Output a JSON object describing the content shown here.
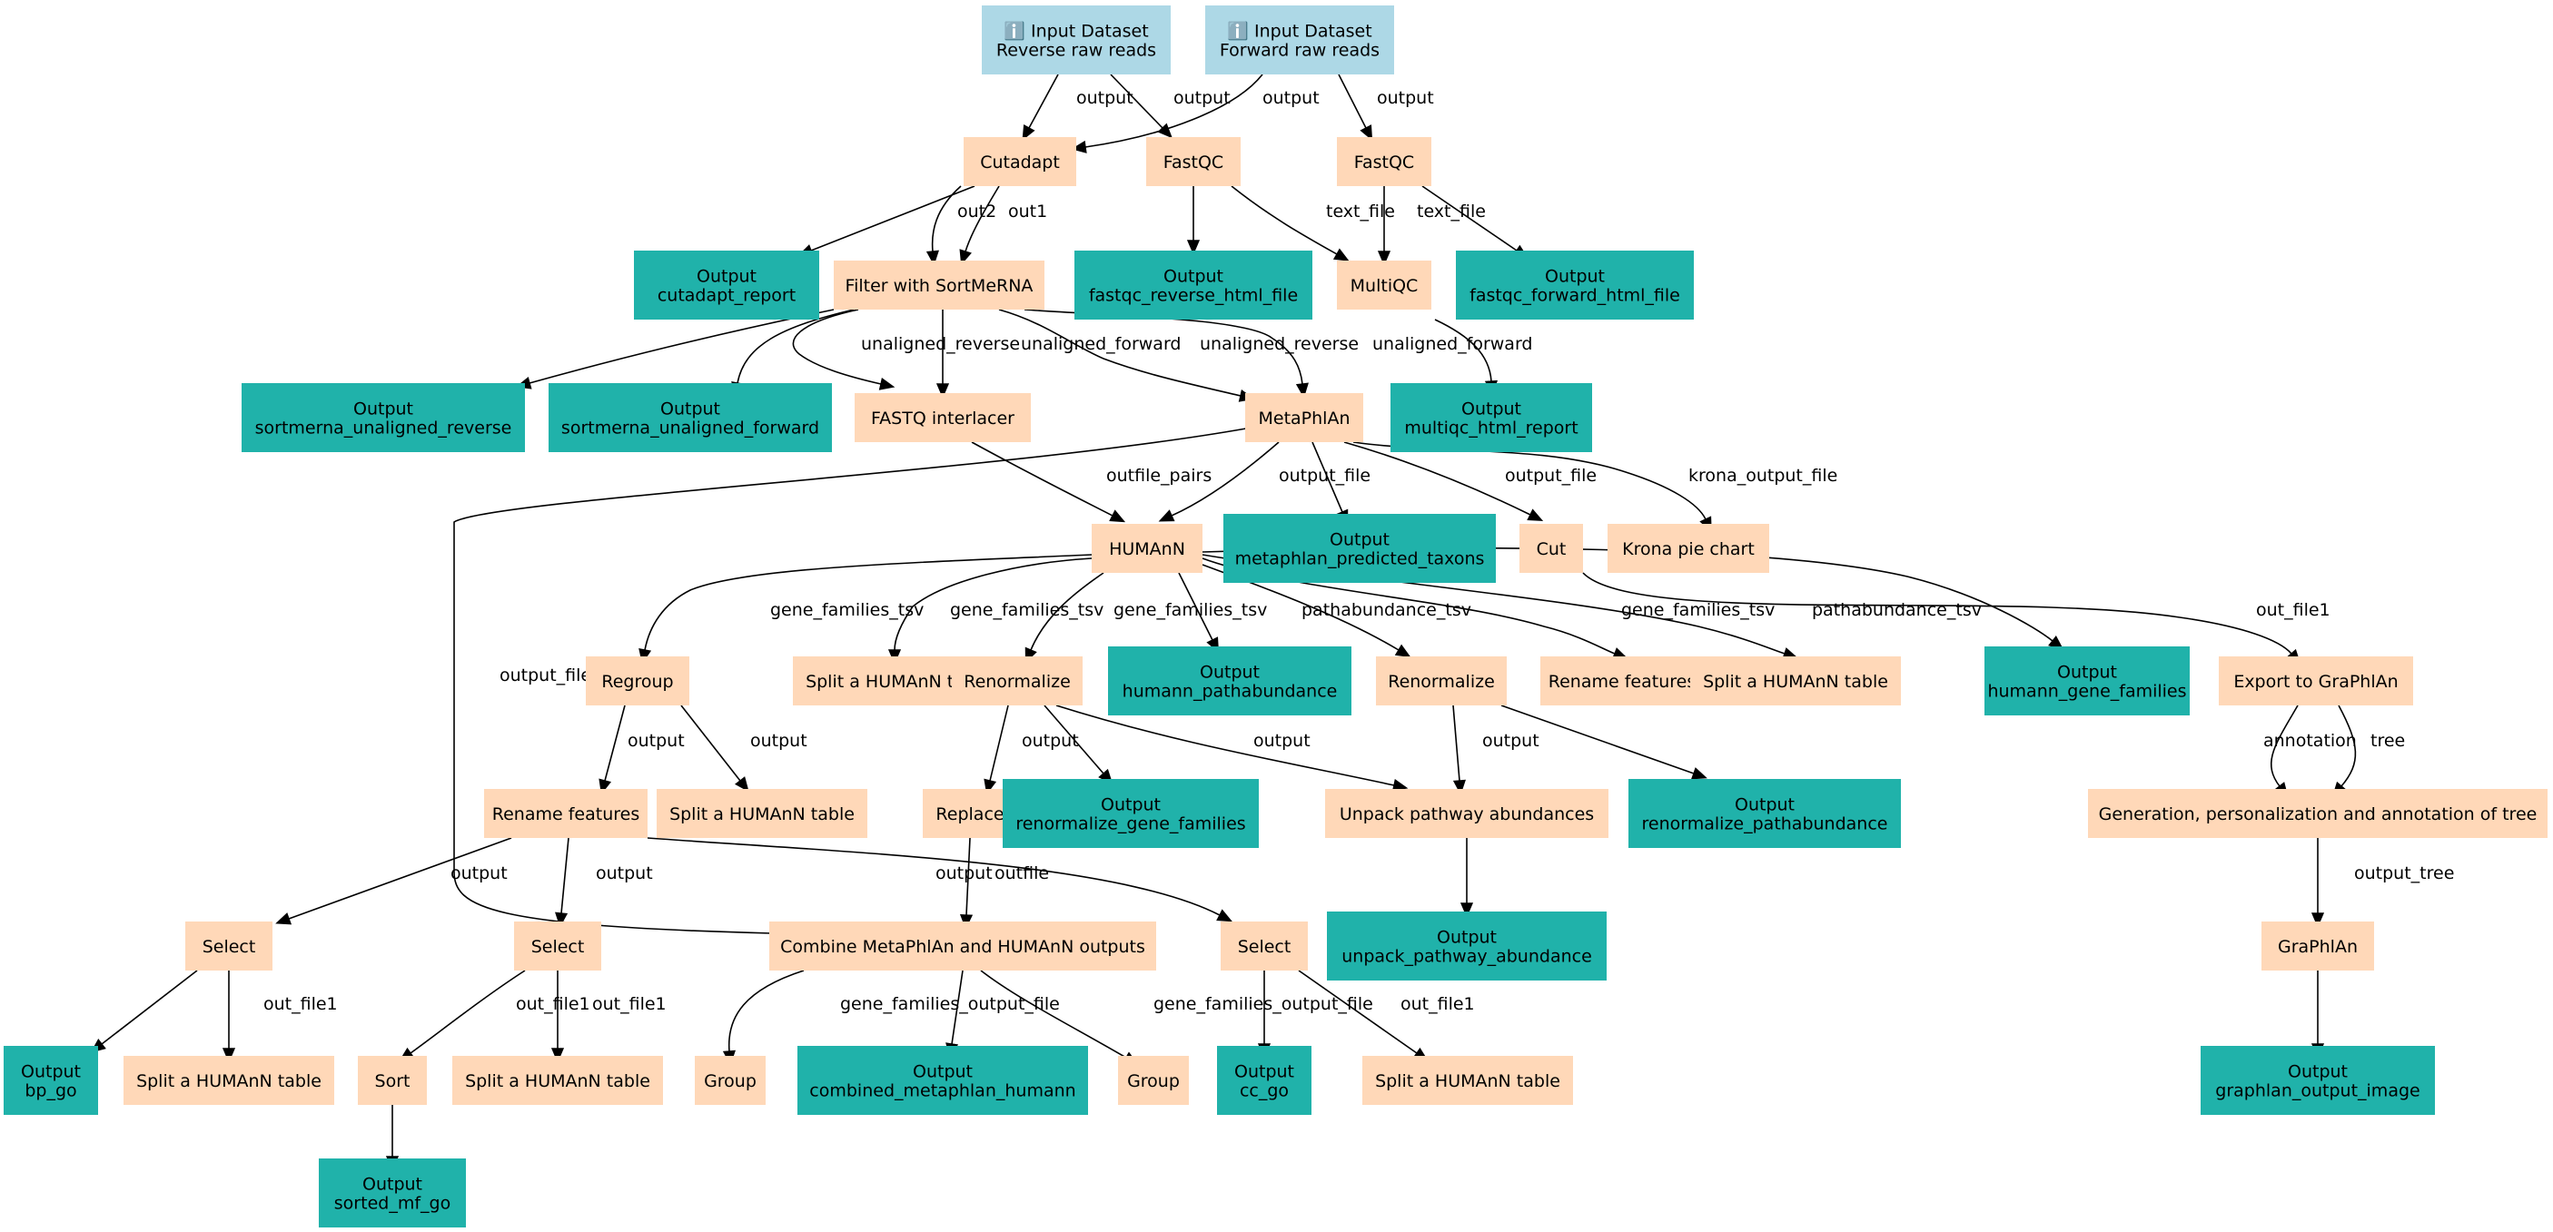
{
  "colors": {
    "input": "#add8e6",
    "tool": "#ffd8b8",
    "output": "#20b2aa",
    "edge": "#000000"
  },
  "nodes": {
    "in_rev": {
      "kind": "input",
      "lines": [
        "ℹ️ Input Dataset",
        "Reverse raw reads"
      ]
    },
    "in_fwd": {
      "kind": "input",
      "lines": [
        "ℹ️ Input Dataset",
        "Forward raw reads"
      ]
    },
    "cutadapt": {
      "kind": "tool",
      "lines": [
        "Cutadapt"
      ]
    },
    "fastqc_r": {
      "kind": "tool",
      "lines": [
        "FastQC"
      ]
    },
    "fastqc_f": {
      "kind": "tool",
      "lines": [
        "FastQC"
      ]
    },
    "out_cutadapt": {
      "kind": "output",
      "lines": [
        "Output",
        "cutadapt_report"
      ]
    },
    "sortmerna": {
      "kind": "tool",
      "lines": [
        "Filter with SortMeRNA"
      ]
    },
    "out_fqc_r": {
      "kind": "output",
      "lines": [
        "Output",
        "fastqc_reverse_html_file"
      ]
    },
    "multiqc": {
      "kind": "tool",
      "lines": [
        "MultiQC"
      ]
    },
    "out_fqc_f": {
      "kind": "output",
      "lines": [
        "Output",
        "fastqc_forward_html_file"
      ]
    },
    "out_sm_rev": {
      "kind": "output",
      "lines": [
        "Output",
        "sortmerna_unaligned_reverse"
      ]
    },
    "out_sm_fwd": {
      "kind": "output",
      "lines": [
        "Output",
        "sortmerna_unaligned_forward"
      ]
    },
    "interlacer": {
      "kind": "tool",
      "lines": [
        "FASTQ interlacer"
      ]
    },
    "metaphlan": {
      "kind": "tool",
      "lines": [
        "MetaPhlAn"
      ]
    },
    "out_multiqc": {
      "kind": "output",
      "lines": [
        "Output",
        "multiqc_html_report"
      ]
    },
    "humann": {
      "kind": "tool",
      "lines": [
        "HUMAnN"
      ]
    },
    "out_mpa": {
      "kind": "output",
      "lines": [
        "Output",
        "metaphlan_predicted_taxons"
      ]
    },
    "cut": {
      "kind": "tool",
      "lines": [
        "Cut"
      ]
    },
    "krona": {
      "kind": "tool",
      "lines": [
        "Krona pie chart"
      ]
    },
    "regroup": {
      "kind": "tool",
      "lines": [
        "Regroup"
      ]
    },
    "split1": {
      "kind": "tool",
      "lines": [
        "Split a HUMAnN table"
      ]
    },
    "renorm1": {
      "kind": "tool",
      "lines": [
        "Renormalize"
      ]
    },
    "out_hpath": {
      "kind": "output",
      "lines": [
        "Output",
        "humann_pathabundance"
      ]
    },
    "renorm2": {
      "kind": "tool",
      "lines": [
        "Renormalize"
      ]
    },
    "renamef1": {
      "kind": "tool",
      "lines": [
        "Rename features"
      ]
    },
    "split2": {
      "kind": "tool",
      "lines": [
        "Split a HUMAnN table"
      ]
    },
    "out_hgf": {
      "kind": "output",
      "lines": [
        "Output",
        "humann_gene_families"
      ]
    },
    "export": {
      "kind": "tool",
      "lines": [
        "Export to GraPhlAn"
      ]
    },
    "renamef2": {
      "kind": "tool",
      "lines": [
        "Rename features"
      ]
    },
    "split3": {
      "kind": "tool",
      "lines": [
        "Split a HUMAnN table"
      ]
    },
    "replace": {
      "kind": "tool",
      "lines": [
        "Replace"
      ]
    },
    "out_rgf": {
      "kind": "output",
      "lines": [
        "Output",
        "renormalize_gene_families"
      ]
    },
    "unpack": {
      "kind": "tool",
      "lines": [
        "Unpack pathway abundances"
      ]
    },
    "out_rpa": {
      "kind": "output",
      "lines": [
        "Output",
        "renormalize_pathabundance"
      ]
    },
    "gentree": {
      "kind": "tool",
      "lines": [
        "Generation, personalization and annotation of tree"
      ]
    },
    "select1": {
      "kind": "tool",
      "lines": [
        "Select"
      ]
    },
    "select2": {
      "kind": "tool",
      "lines": [
        "Select"
      ]
    },
    "combine": {
      "kind": "tool",
      "lines": [
        "Combine MetaPhlAn and HUMAnN outputs"
      ]
    },
    "select3": {
      "kind": "tool",
      "lines": [
        "Select"
      ]
    },
    "out_unpack": {
      "kind": "output",
      "lines": [
        "Output",
        "unpack_pathway_abundance"
      ]
    },
    "graphlan": {
      "kind": "tool",
      "lines": [
        "GraPhlAn"
      ]
    },
    "out_bp": {
      "kind": "output",
      "lines": [
        "Output",
        "bp_go"
      ]
    },
    "split4": {
      "kind": "tool",
      "lines": [
        "Split a HUMAnN table"
      ]
    },
    "sort": {
      "kind": "tool",
      "lines": [
        "Sort"
      ]
    },
    "split5": {
      "kind": "tool",
      "lines": [
        "Split a HUMAnN table"
      ]
    },
    "group1": {
      "kind": "tool",
      "lines": [
        "Group"
      ]
    },
    "out_comb": {
      "kind": "output",
      "lines": [
        "Output",
        "combined_metaphlan_humann"
      ]
    },
    "group2": {
      "kind": "tool",
      "lines": [
        "Group"
      ]
    },
    "out_cc": {
      "kind": "output",
      "lines": [
        "Output",
        "cc_go"
      ]
    },
    "split6": {
      "kind": "tool",
      "lines": [
        "Split a HUMAnN table"
      ]
    },
    "out_graphlan": {
      "kind": "output",
      "lines": [
        "Output",
        "graphlan_output_image"
      ]
    },
    "out_sorted": {
      "kind": "output",
      "lines": [
        "Output",
        "sorted_mf_go"
      ]
    }
  },
  "edges": [
    {
      "from": "in_rev",
      "to": "cutadapt",
      "label": "output"
    },
    {
      "from": "in_rev",
      "to": "fastqc_r",
      "label": "output"
    },
    {
      "from": "in_fwd",
      "to": "cutadapt",
      "label": "output"
    },
    {
      "from": "in_fwd",
      "to": "fastqc_f",
      "label": "output"
    },
    {
      "from": "cutadapt",
      "to": "out_cutadapt",
      "label": ""
    },
    {
      "from": "cutadapt",
      "to": "sortmerna",
      "label": "out2"
    },
    {
      "from": "cutadapt",
      "to": "sortmerna",
      "label": "out1"
    },
    {
      "from": "fastqc_r",
      "to": "out_fqc_r",
      "label": ""
    },
    {
      "from": "fastqc_r",
      "to": "multiqc",
      "label": "text_file"
    },
    {
      "from": "fastqc_f",
      "to": "multiqc",
      "label": "text_file"
    },
    {
      "from": "fastqc_f",
      "to": "out_fqc_f",
      "label": ""
    },
    {
      "from": "sortmerna",
      "to": "out_sm_rev",
      "label": ""
    },
    {
      "from": "sortmerna",
      "to": "out_sm_fwd",
      "label": ""
    },
    {
      "from": "sortmerna",
      "to": "interlacer",
      "label": "unaligned_reverse"
    },
    {
      "from": "sortmerna",
      "to": "interlacer",
      "label": "unaligned_forward"
    },
    {
      "from": "sortmerna",
      "to": "metaphlan",
      "label": "unaligned_reverse"
    },
    {
      "from": "sortmerna",
      "to": "metaphlan",
      "label": "unaligned_forward"
    },
    {
      "from": "multiqc",
      "to": "out_multiqc",
      "label": ""
    },
    {
      "from": "interlacer",
      "to": "humann",
      "label": "outfile_pairs"
    },
    {
      "from": "metaphlan",
      "to": "humann",
      "label": "output_file"
    },
    {
      "from": "metaphlan",
      "to": "out_mpa",
      "label": ""
    },
    {
      "from": "metaphlan",
      "to": "cut",
      "label": "output_file"
    },
    {
      "from": "metaphlan",
      "to": "krona",
      "label": "krona_output_file"
    },
    {
      "from": "metaphlan",
      "to": "combine",
      "label": "output_file"
    },
    {
      "from": "humann",
      "to": "regroup",
      "label": "gene_families_tsv"
    },
    {
      "from": "humann",
      "to": "split1",
      "label": "gene_families_tsv"
    },
    {
      "from": "humann",
      "to": "renorm1",
      "label": "gene_families_tsv"
    },
    {
      "from": "humann",
      "to": "out_hpath",
      "label": ""
    },
    {
      "from": "humann",
      "to": "renorm2",
      "label": "pathabundance_tsv"
    },
    {
      "from": "humann",
      "to": "renamef1",
      "label": "gene_families_tsv"
    },
    {
      "from": "humann",
      "to": "split2",
      "label": "pathabundance_tsv"
    },
    {
      "from": "humann",
      "to": "out_hgf",
      "label": ""
    },
    {
      "from": "cut",
      "to": "export",
      "label": "out_file1"
    },
    {
      "from": "regroup",
      "to": "renamef2",
      "label": "output"
    },
    {
      "from": "regroup",
      "to": "split3",
      "label": "output"
    },
    {
      "from": "renorm1",
      "to": "replace",
      "label": "output"
    },
    {
      "from": "renorm1",
      "to": "out_rgf",
      "label": ""
    },
    {
      "from": "renorm1",
      "to": "unpack",
      "label": "output"
    },
    {
      "from": "renorm2",
      "to": "unpack",
      "label": "output"
    },
    {
      "from": "renorm2",
      "to": "out_rpa",
      "label": ""
    },
    {
      "from": "export",
      "to": "gentree",
      "label": "annotation"
    },
    {
      "from": "export",
      "to": "gentree",
      "label": "tree"
    },
    {
      "from": "renamef2",
      "to": "select1",
      "label": "output"
    },
    {
      "from": "renamef2",
      "to": "select2",
      "label": "output"
    },
    {
      "from": "renamef2",
      "to": "select3",
      "label": "output"
    },
    {
      "from": "replace",
      "to": "combine",
      "label": "outfile"
    },
    {
      "from": "unpack",
      "to": "out_unpack",
      "label": ""
    },
    {
      "from": "gentree",
      "to": "graphlan",
      "label": "output_tree"
    },
    {
      "from": "select1",
      "to": "out_bp",
      "label": ""
    },
    {
      "from": "select1",
      "to": "split4",
      "label": "out_file1"
    },
    {
      "from": "select2",
      "to": "sort",
      "label": "out_file1"
    },
    {
      "from": "select2",
      "to": "split5",
      "label": "out_file1"
    },
    {
      "from": "combine",
      "to": "group1",
      "label": "gene_families_output_file"
    },
    {
      "from": "combine",
      "to": "out_comb",
      "label": ""
    },
    {
      "from": "combine",
      "to": "group2",
      "label": "gene_families_output_file"
    },
    {
      "from": "select3",
      "to": "out_cc",
      "label": ""
    },
    {
      "from": "select3",
      "to": "split6",
      "label": "out_file1"
    },
    {
      "from": "graphlan",
      "to": "out_graphlan",
      "label": ""
    },
    {
      "from": "sort",
      "to": "out_sorted",
      "label": ""
    }
  ]
}
